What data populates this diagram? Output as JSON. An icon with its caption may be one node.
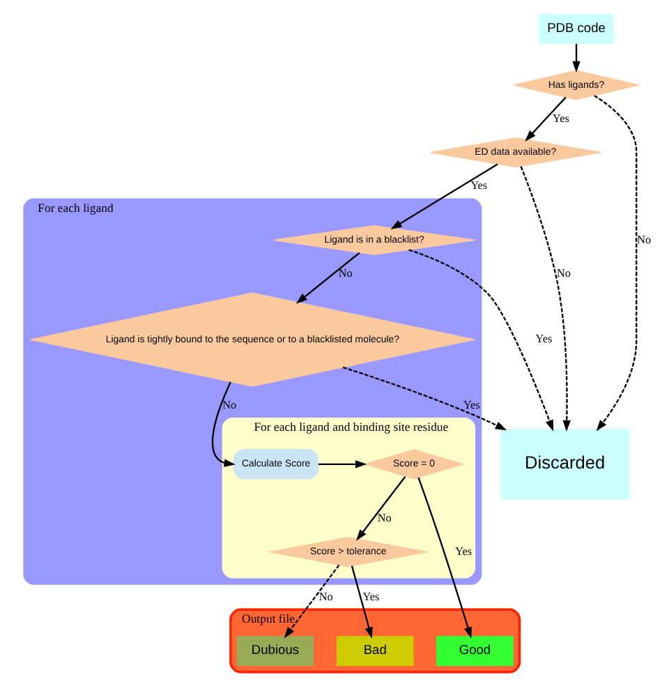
{
  "diagram": {
    "nodes": [
      {
        "text": [
          "PDB code"
        ]
      },
      {
        "text": [
          "Has ligands?"
        ]
      },
      {
        "text": [
          "ED data available?"
        ]
      },
      {
        "text": [
          "Discarded"
        ]
      },
      {
        "text": [
          "For each ligand"
        ]
      },
      {
        "text": [
          "Ligand is in a blacklist?"
        ],
        "in": 4
      },
      {
        "text": [
          "Ligand is tightly bound to the sequence or to a blacklisted molecule?"
        ],
        "in": 4
      },
      {
        "text": [
          "For each ligand and binding site residue"
        ],
        "in": 4
      },
      {
        "text": [
          "Calculate Score"
        ],
        "in": 7
      },
      {
        "text": [
          "Score = 0"
        ],
        "in": 7
      },
      {
        "text": [
          "Score > tolerance"
        ],
        "in": 7
      },
      {
        "text": [
          "Output file"
        ]
      },
      {
        "text": [
          "Good"
        ],
        "in": 11
      },
      {
        "text": [
          "Bad"
        ],
        "in": 11
      },
      {
        "text": [
          "Dubious"
        ],
        "in": 11
      }
    ],
    "edges": [
      {
        "from": 0,
        "to": 1,
        "arrow": "to"
      },
      {
        "from": 1,
        "to": 2,
        "arrow": "to",
        "label": "Yes"
      },
      {
        "from": 1,
        "to": 3,
        "arrow": "to",
        "label": "No",
        "style": "dashed"
      },
      {
        "from": 2,
        "to": 3,
        "arrow": "to",
        "label": "No",
        "style": "dashed"
      },
      {
        "from": 2,
        "to": 5,
        "arrow": "to",
        "label": "Yes"
      },
      {
        "from": 5,
        "to": 3,
        "arrow": "to",
        "label": "Yes",
        "style": "dashed"
      },
      {
        "from": 5,
        "to": 6,
        "arrow": "to",
        "label": "No"
      },
      {
        "from": 6,
        "to": 3,
        "arrow": "to",
        "label": "Yes",
        "style": "dashed"
      },
      {
        "from": 6,
        "to": 8,
        "arrow": "to",
        "label": "No"
      },
      {
        "from": 8,
        "to": 9,
        "arrow": "to"
      },
      {
        "from": 9,
        "to": 12,
        "arrow": "to",
        "label": "Yes"
      },
      {
        "from": 9,
        "to": 10,
        "arrow": "to",
        "label": "No"
      },
      {
        "from": 10,
        "to": 13,
        "arrow": "to",
        "label": "Yes"
      },
      {
        "from": 10,
        "to": 14,
        "arrow": "to",
        "label": "No",
        "style": "dashed"
      }
    ]
  }
}
